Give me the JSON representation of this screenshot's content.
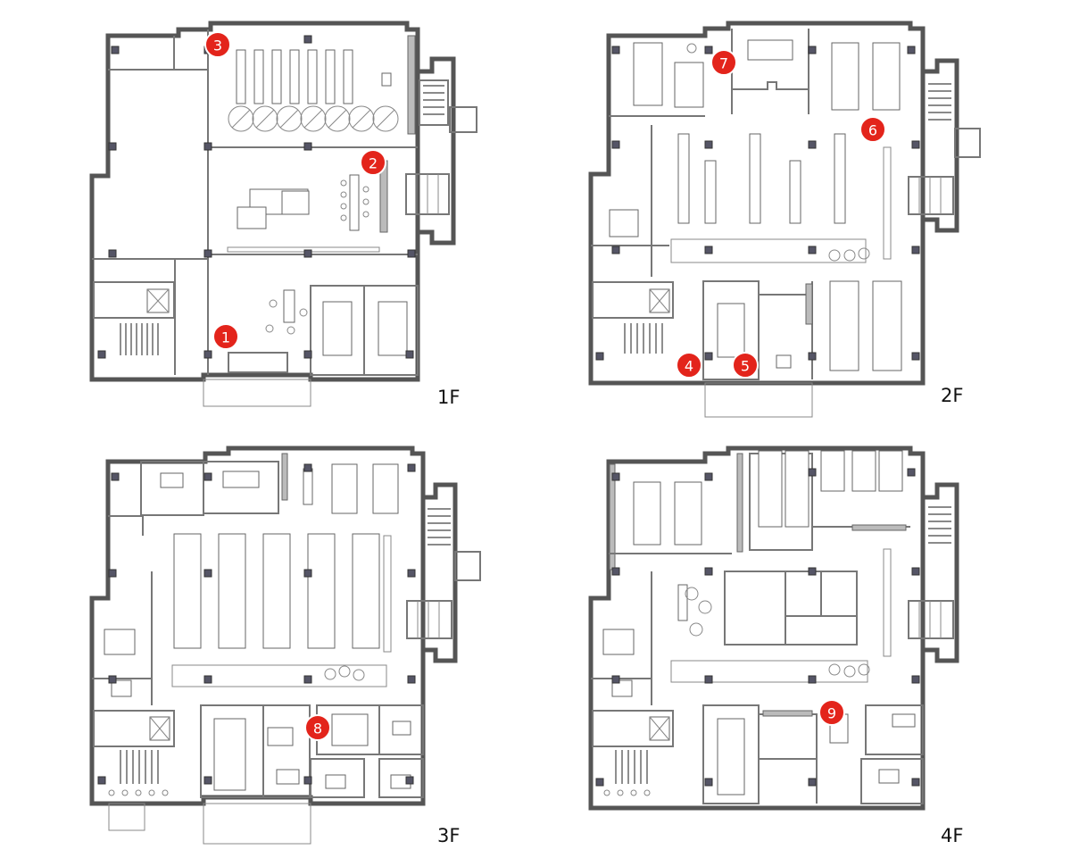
{
  "floors": [
    {
      "label": "1F"
    },
    {
      "label": "2F"
    },
    {
      "label": "3F"
    },
    {
      "label": "4F"
    }
  ],
  "markers": [
    "1",
    "2",
    "3",
    "4",
    "5",
    "6",
    "7",
    "8",
    "9"
  ],
  "colors": {
    "marker": "#e3241b",
    "wall": "#555555",
    "background": "#ffffff"
  }
}
